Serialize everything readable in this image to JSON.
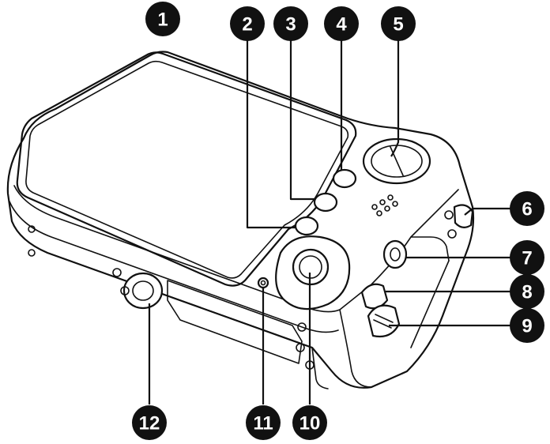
{
  "callouts": [
    {
      "id": "1",
      "label": "1"
    },
    {
      "id": "2",
      "label": "2"
    },
    {
      "id": "3",
      "label": "3"
    },
    {
      "id": "4",
      "label": "4"
    },
    {
      "id": "5",
      "label": "5"
    },
    {
      "id": "6",
      "label": "6"
    },
    {
      "id": "7",
      "label": "7"
    },
    {
      "id": "8",
      "label": "8"
    },
    {
      "id": "9",
      "label": "9"
    },
    {
      "id": "10",
      "label": "10"
    },
    {
      "id": "11",
      "label": "11"
    },
    {
      "id": "12",
      "label": "12"
    }
  ],
  "colors": {
    "line": "#111111",
    "badge": "#111111",
    "badge_text": "#ffffff",
    "background": "#ffffff"
  }
}
